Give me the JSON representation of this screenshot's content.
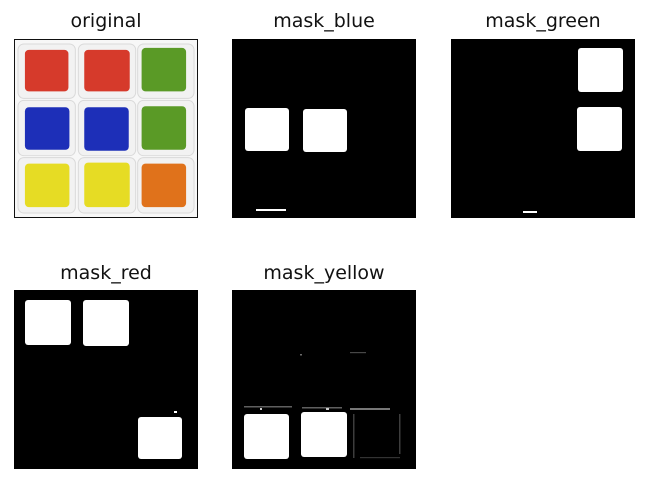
{
  "panels": [
    {
      "title": "original"
    },
    {
      "title": "mask_blue"
    },
    {
      "title": "mask_green"
    },
    {
      "title": "mask_red"
    },
    {
      "title": "mask_yellow"
    }
  ],
  "cube_grid": {
    "rows": [
      [
        "red",
        "red",
        "green"
      ],
      [
        "blue",
        "blue",
        "green"
      ],
      [
        "yellow",
        "yellow",
        "orange"
      ]
    ]
  },
  "colors": {
    "red": "#d63a2b",
    "green": "#5a9a26",
    "blue": "#1d2fb8",
    "yellow": "#e6dc24",
    "orange": "#e0721b",
    "sticker_border": "#f2f2f2",
    "cube_background": "#f7f7f7",
    "mask_background": "#000000",
    "mask_foreground": "#ffffff"
  }
}
